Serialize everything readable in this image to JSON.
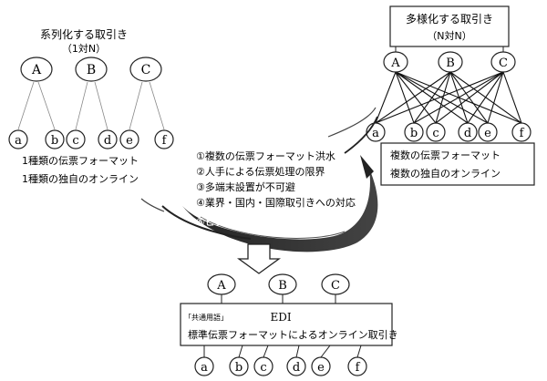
{
  "left": {
    "title": "系列化する取引き",
    "subtitle": "（1対N）",
    "top_nodes": [
      "A",
      "B",
      "C"
    ],
    "bottom_nodes": [
      "a",
      "b",
      "c",
      "d",
      "e",
      "f"
    ],
    "note_line1": "1種類の伝票フォーマット",
    "note_line2": "1種類の独自のオンライン"
  },
  "right": {
    "title": "多様化する取引き",
    "subtitle": "（N対N）",
    "top_nodes": [
      "A",
      "B",
      "C"
    ],
    "bottom_nodes": [
      "a",
      "b",
      "c",
      "d",
      "e",
      "f"
    ],
    "note_line1": "複数の伝票フォーマット",
    "note_line2": "複数の独自のオンライン"
  },
  "issues": [
    "①複数の伝票フォーマット洪水",
    "②人手による伝票処理の限界",
    "③多端末設置が不可避",
    "④業界・国内・国際取引きへの対応",
    "⑤ビジネス・スピードの遅れ"
  ],
  "bottom": {
    "top_nodes": [
      "A",
      "B",
      "C"
    ],
    "bottom_nodes": [
      "a",
      "b",
      "c",
      "d",
      "e",
      "f"
    ],
    "tag": "「共通用語」",
    "title": "EDI",
    "description": "標準伝票フォーマットによるオンライン取引き"
  }
}
